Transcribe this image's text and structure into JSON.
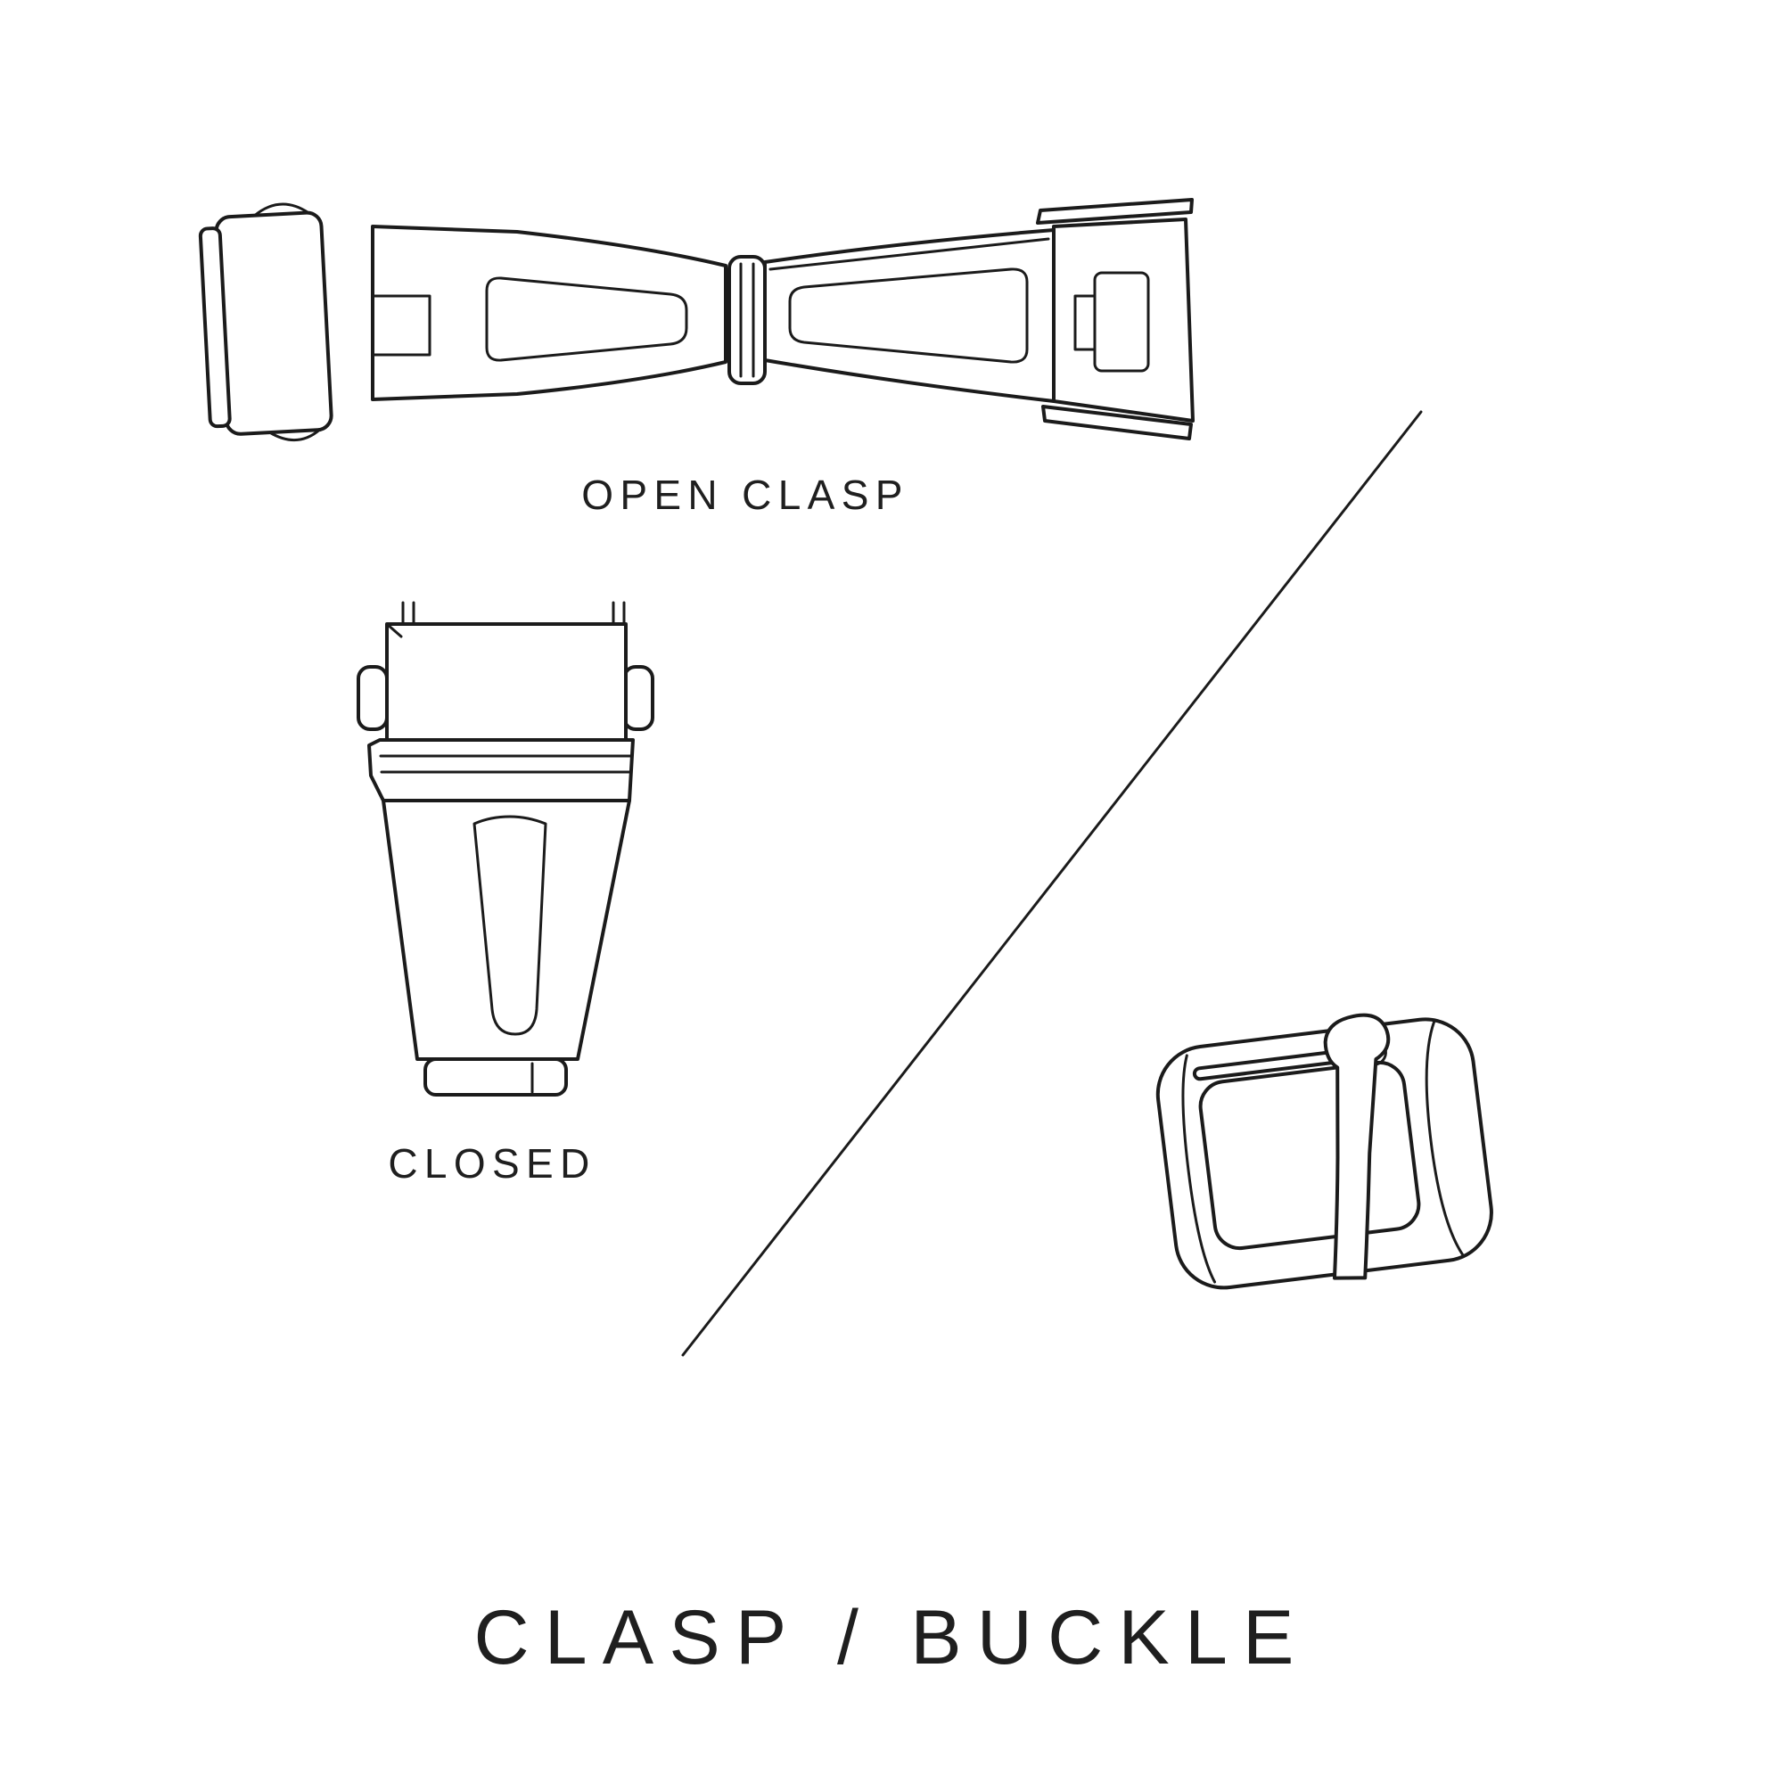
{
  "page": {
    "background_color": "#ffffff",
    "line_color": "#1b1b1b",
    "text_color": "#1f1f1f"
  },
  "labels": {
    "open_clasp": "OPEN CLASP",
    "closed": "CLOSED",
    "title": "CLASP / BUCKLE"
  },
  "icons": [
    "open-clasp-illustration",
    "closed-clasp-illustration",
    "buckle-illustration",
    "divider-line"
  ]
}
